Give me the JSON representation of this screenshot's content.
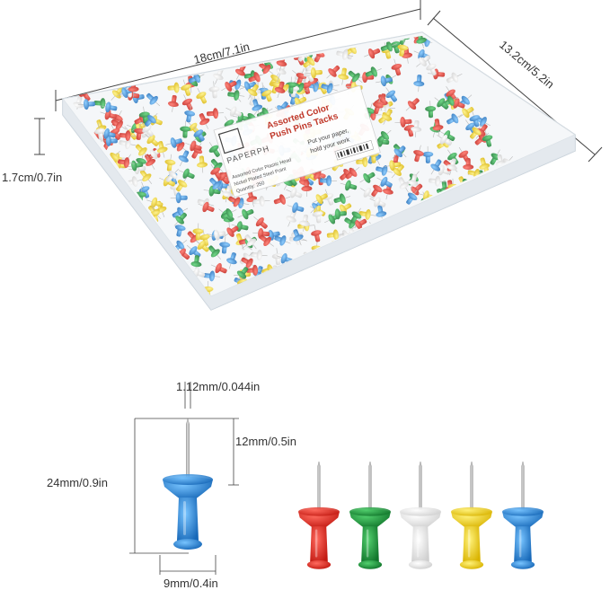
{
  "dimensions": {
    "length": "18cm/7.1in",
    "width": "13.2cm/5.2in",
    "height": "1.7cm/0.7in",
    "pin_diameter": "1.12mm/0.044in",
    "needle_length": "12mm/0.5in",
    "total_length": "24mm/0.9in",
    "head_diameter": "9mm/0.4in"
  },
  "box_label": {
    "brand": "PAPERPH",
    "line1": "Assorted Color",
    "line2": "Push Pins Tacks",
    "line3": "Put your paper,",
    "line4": "hold your work",
    "line5": "Assorted Color Plastic Head",
    "line6": "Nickel Plated Steel Point",
    "line7": "Quantity: 250"
  },
  "colors": {
    "red": "#e0231c",
    "green": "#1a9a3c",
    "white": "#f2f2f2",
    "yellow": "#f7d800",
    "blue": "#2b8fe0",
    "line": "#444444"
  }
}
